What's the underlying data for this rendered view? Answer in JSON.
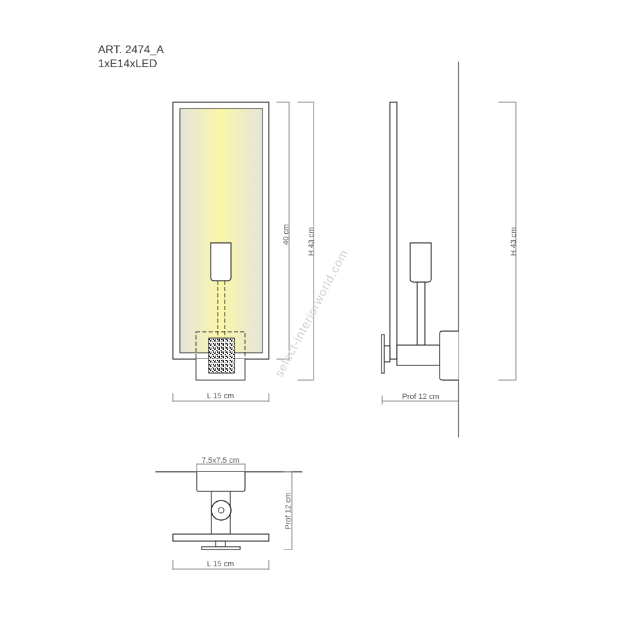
{
  "header": {
    "article": "ART. 2474_A",
    "lamp": "1xE14xLED"
  },
  "front_view": {
    "height_panel": "40 cm",
    "height_total": "H 43 cm",
    "length": "L 15 cm"
  },
  "side_view": {
    "height_total": "H 43 cm",
    "depth": "Prof 12 cm"
  },
  "top_view": {
    "base": "7.5x7.5 cm",
    "depth": "Prof 12 cm",
    "length": "L 15 cm"
  },
  "watermark": "select-interiorworld.com",
  "colors": {
    "glow": "#fbf7a8",
    "edge": "#e4e4dc"
  }
}
